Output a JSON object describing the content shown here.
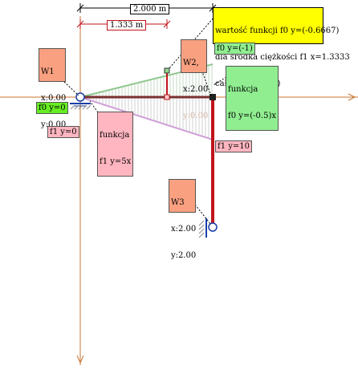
{
  "dimensions": {
    "top": "2.000 m",
    "second": "1.333 m"
  },
  "tooltip": {
    "line1": "wartość funkcji f0 y=(-0.6667)",
    "line2": "dla środka ciężkości f1 x=1.3333",
    "line3": "całka=(-6.6667)"
  },
  "nodes": {
    "w1": {
      "name": "W1",
      "x": "x:0.00",
      "y": "y:0.00"
    },
    "w2": {
      "name": "W2,",
      "x": "x:2.00",
      "y": "y:0.00"
    },
    "w3": {
      "name": "W3",
      "x": "x:2.00",
      "y": "y:2.00"
    }
  },
  "functions": {
    "f0_right_value": "f0 y=(-1)",
    "f0_right_fn_title": "funkcja",
    "f0_right_fn": "f0 y=(-0.5)x",
    "f0_left_value": "f0 y=0",
    "f1_left_value": "f1 y=0",
    "f1_fn_title": "funkcja",
    "f1_fn": "f1 y=5x",
    "f1_right_value": "f1 y=10"
  },
  "colors": {
    "axis": "#c87533",
    "beam": "#c0141b",
    "beam_dark": "#7a3030",
    "f0_fill": "#90d890",
    "f1_fill": "#cfa0d8",
    "hatch": "#999999",
    "support": "#1a3da8",
    "node_label_bg": "#f8a080",
    "green_label_bg": "#90ee90",
    "pink_label_bg": "#ffb6c1",
    "bright_green_bg": "#66ee22",
    "tooltip_bg": "#ffff00"
  }
}
